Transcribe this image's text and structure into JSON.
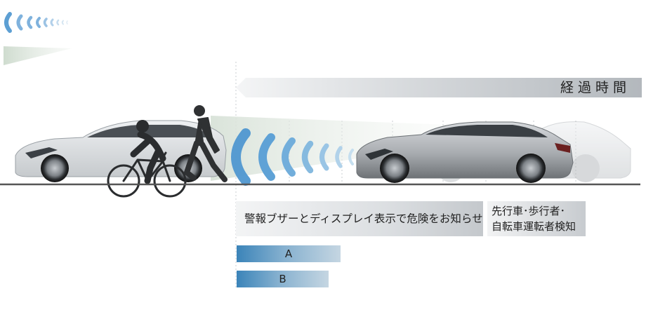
{
  "timeline": {
    "label": "経過時間"
  },
  "warning": {
    "text": "警報ブザーとディスプレイ表示で危険をお知らせ"
  },
  "detection": {
    "line1": "先行車･歩行者･",
    "line2": "自転車運転者検知"
  },
  "bars": [
    {
      "label": "A"
    },
    {
      "label": "B"
    }
  ],
  "colors": {
    "accent": "#3b84b9",
    "radar": "#6fa8d6",
    "road": "#555555"
  },
  "legend_icons": [
    "radar-wave-icon",
    "detection-beam-icon"
  ]
}
